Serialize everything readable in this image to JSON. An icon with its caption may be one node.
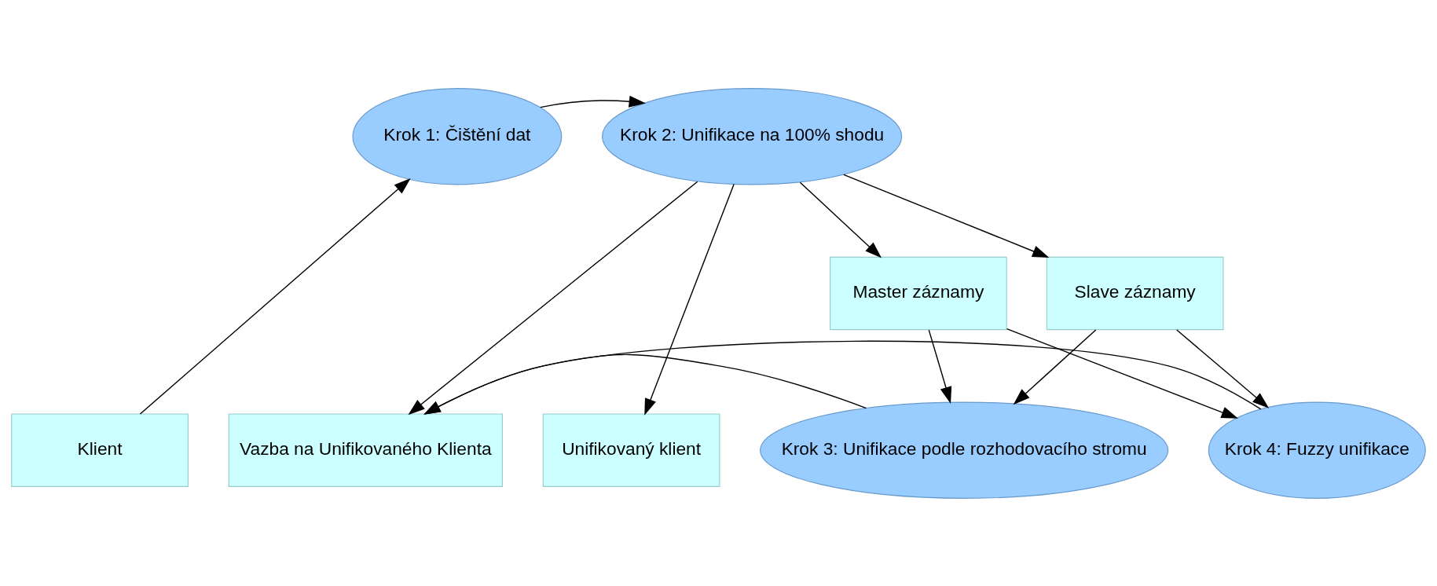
{
  "diagram": {
    "nodes": [
      {
        "text": [
          "Krok 1: Čištění dat"
        ]
      },
      {
        "text": [
          "Krok 2: Unifikace na 100% shodu"
        ]
      },
      {
        "text": [
          "Master záznamy"
        ]
      },
      {
        "text": [
          "Slave záznamy"
        ]
      },
      {
        "text": [
          "Klient"
        ]
      },
      {
        "text": [
          "Vazba na Unifikovaného Klienta"
        ]
      },
      {
        "text": [
          "Unifikovaný klient"
        ]
      },
      {
        "text": [
          "Krok 3: Unifikace podle rozhodovacího stromu"
        ]
      },
      {
        "text": [
          "Krok 4: Fuzzy unifikace"
        ]
      }
    ],
    "edges": [
      {
        "from": 4,
        "to": 0,
        "arrow": "to"
      },
      {
        "from": 0,
        "to": 1,
        "arrow": "to"
      },
      {
        "from": 1,
        "to": 5,
        "arrow": "to"
      },
      {
        "from": 1,
        "to": 6,
        "arrow": "to"
      },
      {
        "from": 1,
        "to": 2,
        "arrow": "to"
      },
      {
        "from": 1,
        "to": 3,
        "arrow": "to"
      },
      {
        "from": 2,
        "to": 7,
        "arrow": "to"
      },
      {
        "from": 2,
        "to": 8,
        "arrow": "to"
      },
      {
        "from": 3,
        "to": 7,
        "arrow": "to"
      },
      {
        "from": 3,
        "to": 8,
        "arrow": "to"
      },
      {
        "from": 7,
        "to": 5,
        "arrow": "to"
      },
      {
        "from": 8,
        "to": 5,
        "arrow": "to"
      }
    ]
  }
}
